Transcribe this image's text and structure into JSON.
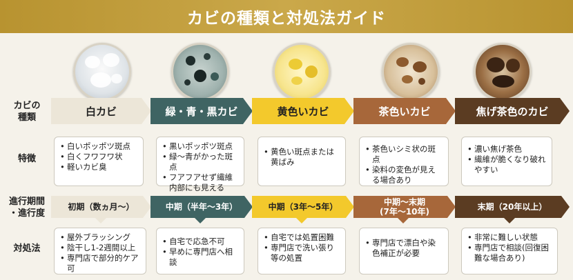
{
  "title": "カビの種類と対処法ガイド",
  "row_labels": {
    "type": "カビの\n種類",
    "features": "特徴",
    "progress": "進行期間\n・進行度",
    "treatment": "対処法"
  },
  "columns": [
    {
      "name": "白カビ",
      "color": "#ece6d8",
      "features": [
        "白いポッポツ斑点",
        "白くフワフワ状",
        "軽いカビ臭"
      ],
      "stage": [
        "初期（数ヵ月〜）"
      ],
      "treatment": [
        "屋外ブラッシング",
        "陰干し1-2週間以上",
        "専門店で部分的ケア可"
      ]
    },
    {
      "name": "緑・青・黒カビ",
      "color": "#3f6463",
      "features": [
        "黒いポッポツ斑点",
        "緑〜青がかった斑点",
        "フアフアせず繊維内部にも見える"
      ],
      "stage": [
        "中期（半年〜3年）"
      ],
      "treatment": [
        "自宅で応急不可",
        "早めに専門店へ相談"
      ]
    },
    {
      "name": "黄色いカビ",
      "color": "#f3c92c",
      "features": [
        "黄色い斑点または黄ばみ"
      ],
      "stage": [
        "中期（3年〜5年）"
      ],
      "treatment": [
        "自宅では処置困難",
        "専門店で洗い張り等の処置"
      ]
    },
    {
      "name": "茶色いカビ",
      "color": "#a7673a",
      "features": [
        "茶色いシミ状の斑点",
        "染料の変色が見える場合あり"
      ],
      "stage": [
        "中期〜末期",
        "(7年〜10年)"
      ],
      "treatment": [
        "専門店で漂白や染色補正が必要"
      ]
    },
    {
      "name": "焦げ茶色のカビ",
      "color": "#5b3c22",
      "features": [
        "濃い焦げ茶色",
        "繊維が脆くなり破れやすい"
      ],
      "stage": [
        "末期（20年以上）"
      ],
      "treatment": [
        "非常に難しい状態",
        "専門店で相談(回復困難な場合あり)"
      ]
    }
  ]
}
